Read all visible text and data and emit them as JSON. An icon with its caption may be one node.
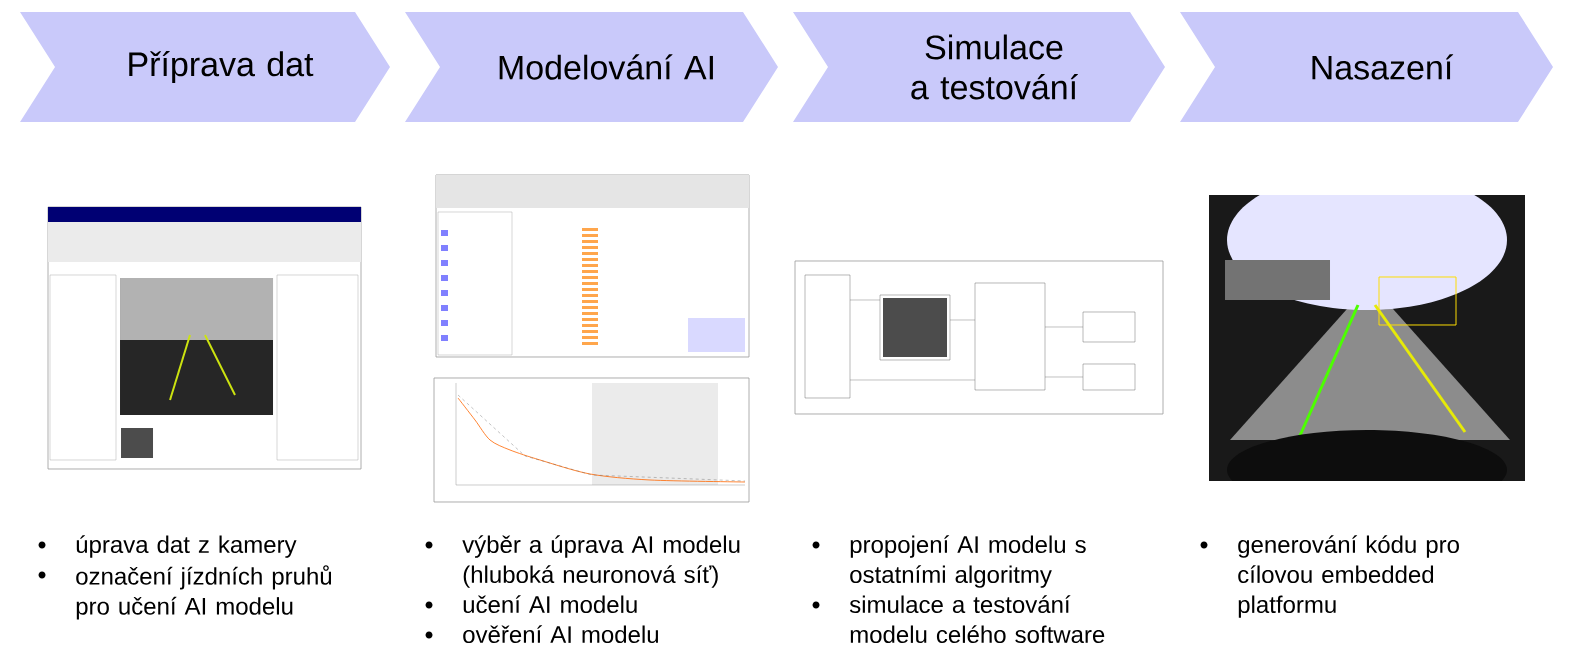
{
  "diagram": {
    "nodes": [
      {
        "text": [
          "Příprava dat"
        ]
      },
      {
        "text": [
          "Modelování AI"
        ]
      },
      {
        "text": [
          "Simulace a testování"
        ]
      },
      {
        "text": [
          "Nasazení"
        ]
      }
    ],
    "labels": [
      "úprava dat z kamery",
      "označení jízdních pruhů pro učení AI modelu",
      "výběr a úprava AI modelu (hluboká neuronová síť)",
      "učení AI modelu",
      "ověření AI modelu",
      "propojení AI modelu s ostatními algoritmy",
      "simulace a testování modelu celého software",
      "generování kódu pro cílovou embedded platformu"
    ]
  }
}
